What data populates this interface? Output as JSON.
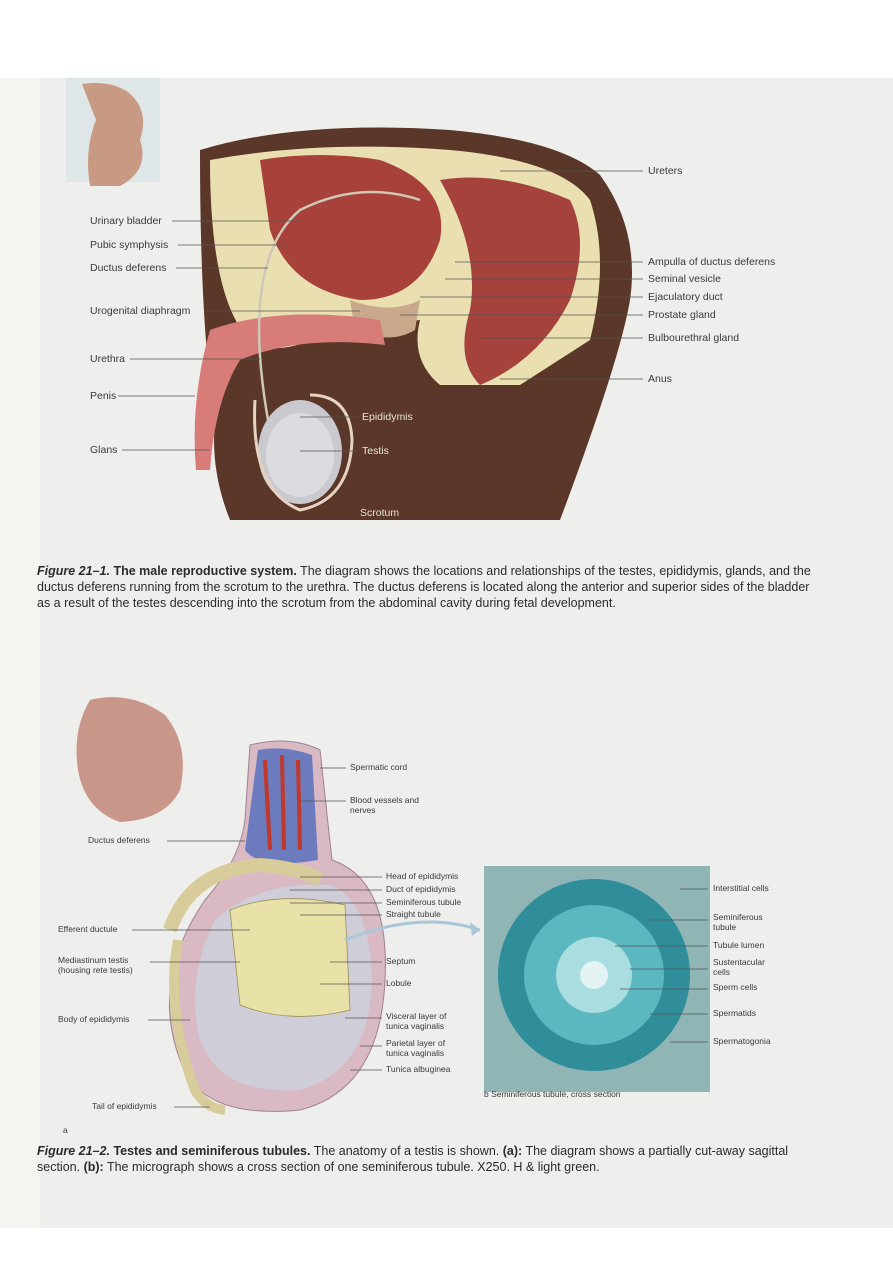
{
  "figure1": {
    "labels_left": [
      "Urinary bladder",
      "Pubic symphysis",
      "Ductus deferens",
      "Urogenital diaphragm",
      "Urethra",
      "Penis",
      "Glans"
    ],
    "labels_right": [
      "Ureters",
      "Ampulla of ductus deferens",
      "Seminal vesicle",
      "Ejaculatory duct",
      "Prostate gland",
      "Bulbourethral gland",
      "Anus"
    ],
    "labels_center": [
      "Epididymis",
      "Testis",
      "Scrotum"
    ],
    "caption": {
      "fig": "Figure 21–1.",
      "title": "The male reproductive system.",
      "text": "The diagram shows the locations and relationships of the testes, epididymis, glands, and the ductus deferens running from the scrotum to the urethra. The ductus deferens is located along the anterior and superior sides of the bladder as a result of the testes descending into the scrotum from the abdominal cavity during fetal development."
    }
  },
  "figure2": {
    "labels_left": [
      "Ductus deferens",
      "Efferent ductule",
      "Mediastinum testis (housing rete testis)",
      "Body of epididymis",
      "Tail of epididymis"
    ],
    "labels_top": [
      "Spermatic cord",
      "Blood vessels and nerves"
    ],
    "labels_middle": [
      "Head of epididymis",
      "Duct of epididymis",
      "Seminiferous tubule",
      "Straight tubule",
      "Septum",
      "Lobule",
      "Visceral layer of tunica vaginalis",
      "Parietal layer of tunica vaginalis",
      "Tunica albuginea"
    ],
    "labels_micro": [
      "Interstitial cells",
      "Seminiferous tubule",
      "Tubule lumen",
      "Sustentacular cells",
      "Sperm cells",
      "Spermatids",
      "Spermatogonia"
    ],
    "panel_a": "a",
    "panel_b": "b Seminiferous tubule, cross section",
    "caption": {
      "fig": "Figure 21–2.",
      "title": "Testes and seminiferous tubules.",
      "text1": "The anatomy of a testis is shown.",
      "a_label": "(a):",
      "a_text": "The diagram shows a partially cut-away sagittal section.",
      "b_label": "(b):",
      "b_text": "The micrograph shows a cross section of one seminiferous tubule. X250. H & light green."
    }
  }
}
